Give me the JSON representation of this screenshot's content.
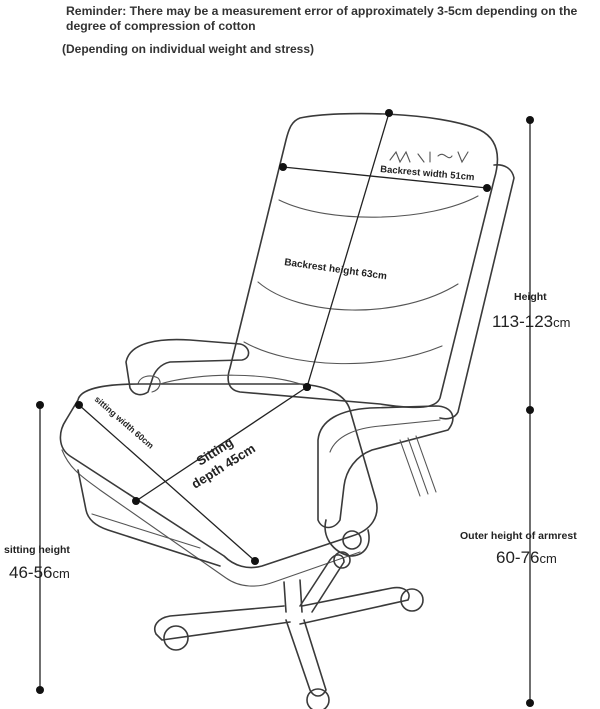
{
  "reminder": "Reminder: There may be a measurement error of approximately 3-5cm depending on the degree of compression of cotton",
  "subnote": "(Depending on individual weight and stress)",
  "dimensions": {
    "backrest_width": "Backrest width 51cm",
    "backrest_height": "Backrest height 63cm",
    "sitting_width": "sitting width 60cm",
    "sitting_depth_line1": "Sitting",
    "sitting_depth_line2": "depth 45cm",
    "height_title": "Height",
    "height_value": "113-123",
    "height_unit": "cm",
    "armrest_title": "Outer height of armrest",
    "armrest_value": "60-76",
    "armrest_unit": "cm",
    "sitting_height_title": "sitting height",
    "sitting_height_value": "46-56",
    "sitting_height_unit": "cm"
  },
  "colors": {
    "line": "#222222",
    "chair": "#3a3a3a",
    "background": "#ffffff"
  }
}
